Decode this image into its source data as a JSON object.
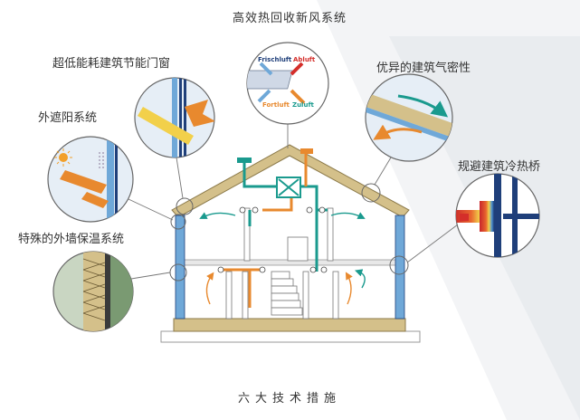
{
  "diagram": {
    "title": "高效热回收新风系统",
    "footer": "六大技术措施",
    "callouts": {
      "window": "超低能耗建筑节能门窗",
      "shading": "外遮阳系统",
      "insulation": "特殊的外墙保温系统",
      "airtight": "优异的建筑气密性",
      "thermal_bridge": "规避建筑冷热桥"
    },
    "hrv_labels": {
      "frischluft": "Frischluft",
      "abluft": "Abluft",
      "fortluft": "Fortluft",
      "zuluft": "Zuluft"
    },
    "colors": {
      "fresh_air": "#1a9a8e",
      "warm_air": "#e8892e",
      "frame": "#d4c08a",
      "glass": "#6fa8d8",
      "deep_blue": "#1f3f7a",
      "hot_red": "#d42e2a"
    }
  }
}
